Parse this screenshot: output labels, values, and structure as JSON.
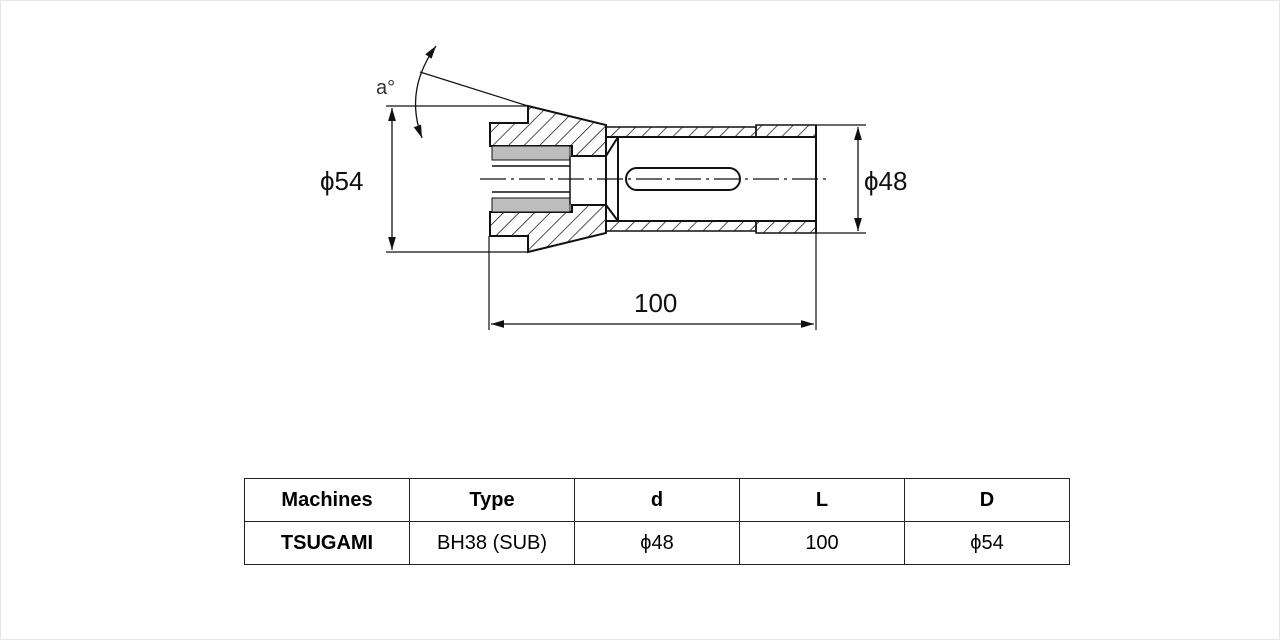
{
  "drawing": {
    "angle_label": "a°",
    "dims": {
      "D": "ϕ54",
      "d": "ϕ48",
      "L": "100"
    }
  },
  "table": {
    "headers": [
      "Machines",
      "Type",
      "d",
      "L",
      "D"
    ],
    "rows": [
      [
        "TSUGAMI",
        "BH38 (SUB)",
        "ϕ48",
        "100",
        "ϕ54"
      ]
    ]
  }
}
